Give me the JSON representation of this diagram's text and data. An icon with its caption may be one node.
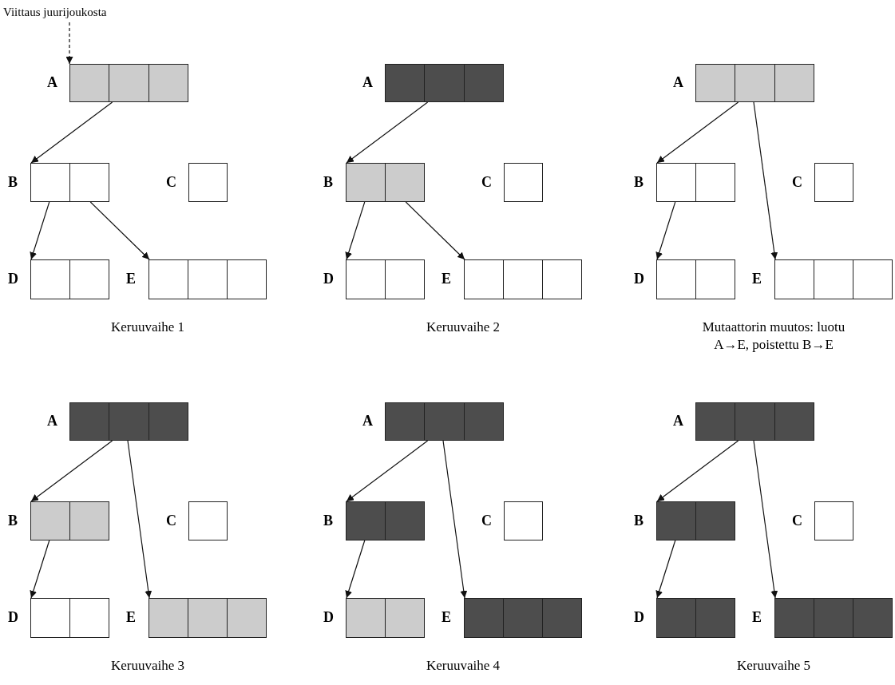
{
  "diagram": {
    "nodes": [
      {
        "text": [
          "Viittaus juurijoukosta"
        ]
      },
      {
        "text": [
          "A"
        ]
      },
      {
        "text": [
          "B"
        ]
      },
      {
        "text": [
          "C"
        ]
      },
      {
        "text": [
          "D"
        ]
      },
      {
        "text": [
          "E"
        ]
      },
      {
        "text": [
          "A"
        ]
      },
      {
        "text": [
          "B"
        ]
      },
      {
        "text": [
          "C"
        ]
      },
      {
        "text": [
          "D"
        ]
      },
      {
        "text": [
          "E"
        ]
      },
      {
        "text": [
          "A"
        ]
      },
      {
        "text": [
          "B"
        ]
      },
      {
        "text": [
          "C"
        ]
      },
      {
        "text": [
          "D"
        ]
      },
      {
        "text": [
          "E"
        ]
      },
      {
        "text": [
          "A"
        ]
      },
      {
        "text": [
          "B"
        ]
      },
      {
        "text": [
          "C"
        ]
      },
      {
        "text": [
          "D"
        ]
      },
      {
        "text": [
          "E"
        ]
      },
      {
        "text": [
          "A"
        ]
      },
      {
        "text": [
          "B"
        ]
      },
      {
        "text": [
          "C"
        ]
      },
      {
        "text": [
          "D"
        ]
      },
      {
        "text": [
          "E"
        ]
      },
      {
        "text": [
          "A"
        ]
      },
      {
        "text": [
          "B"
        ]
      },
      {
        "text": [
          "C"
        ]
      },
      {
        "text": [
          "D"
        ]
      },
      {
        "text": [
          "E"
        ]
      }
    ],
    "edges": [
      {
        "from": 0,
        "to": 1,
        "arrow": "to",
        "style": "dashed"
      },
      {
        "from": 1,
        "to": 2,
        "arrow": "to"
      },
      {
        "from": 2,
        "to": 4,
        "arrow": "to"
      },
      {
        "from": 2,
        "to": 5,
        "arrow": "to"
      },
      {
        "from": 6,
        "to": 7,
        "arrow": "to"
      },
      {
        "from": 7,
        "to": 9,
        "arrow": "to"
      },
      {
        "from": 7,
        "to": 10,
        "arrow": "to"
      },
      {
        "from": 11,
        "to": 12,
        "arrow": "to"
      },
      {
        "from": 11,
        "to": 15,
        "arrow": "to"
      },
      {
        "from": 12,
        "to": 14,
        "arrow": "to"
      },
      {
        "from": 16,
        "to": 17,
        "arrow": "to"
      },
      {
        "from": 16,
        "to": 20,
        "arrow": "to"
      },
      {
        "from": 17,
        "to": 19,
        "arrow": "to"
      },
      {
        "from": 21,
        "to": 22,
        "arrow": "to"
      },
      {
        "from": 21,
        "to": 25,
        "arrow": "to"
      },
      {
        "from": 22,
        "to": 24,
        "arrow": "to"
      },
      {
        "from": 26,
        "to": 27,
        "arrow": "to"
      },
      {
        "from": 26,
        "to": 30,
        "arrow": "to"
      },
      {
        "from": 27,
        "to": 29,
        "arrow": "to"
      }
    ],
    "labels": [
      "Keruuvaihe 1",
      "Keruuvaihe 2",
      "Mutaattorin muutos: luotu A→E, poistettu B→E",
      "Keruuvaihe 3",
      "Keruuvaihe 4",
      "Keruuvaihe 5"
    ]
  }
}
